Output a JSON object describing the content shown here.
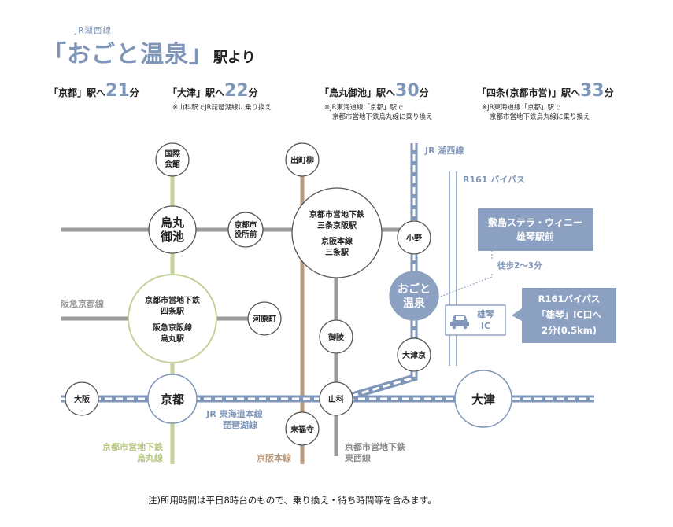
{
  "header": {
    "line": "JR湖西線",
    "title": "「おごと温泉」",
    "title_suffix": "駅より"
  },
  "times": [
    {
      "pre": "「京都」駅へ",
      "num": "21",
      "unit": "分",
      "notes": []
    },
    {
      "pre": "「大津」駅へ",
      "num": "22",
      "unit": "分",
      "notes": [
        "※山科駅でJR琵琶湖線に乗り換え"
      ]
    },
    {
      "pre": "「烏丸御池」駅へ",
      "num": "30",
      "unit": "分",
      "notes": [
        "※JR東海道線「京都」駅で",
        "京都市営地下鉄烏丸線に乗り換え"
      ]
    },
    {
      "pre": "「四条(京都市営)」駅へ",
      "num": "33",
      "unit": "分",
      "notes": [
        "※JR東海道線「京都」駅で",
        "京都市営地下鉄烏丸線に乗り換え"
      ]
    }
  ],
  "map": {
    "stations": {
      "kokusai": [
        "国際",
        "会館"
      ],
      "karasuma_oike": [
        "烏丸",
        "御池"
      ],
      "shiyakusho": [
        "京都市",
        "役所前"
      ],
      "shijo": [
        "京都市営地下鉄",
        "四条駅",
        "阪急京阪線",
        "烏丸駅"
      ],
      "kawaramachi": [
        "河原町"
      ],
      "demachi": [
        "出町柳"
      ],
      "sanjo": [
        "京都市営地下鉄",
        "三条京阪駅",
        "京阪本線",
        "三条駅"
      ],
      "ono": [
        "小野"
      ],
      "ogoto": [
        "おごと",
        "温泉"
      ],
      "otsukyo": [
        "大津京"
      ],
      "misasagi": [
        "御陵"
      ],
      "yamashina": [
        "山科"
      ],
      "osaka": [
        "大阪"
      ],
      "kyoto": [
        "京都"
      ],
      "otsu": [
        "大津"
      ],
      "tofukuji": [
        "東福寺"
      ]
    },
    "labels": {
      "jr_kosei": "JR 湖西線",
      "r161": "R161 バイパス",
      "hankyu": "阪急京都線",
      "jr_tokaido": [
        "JR 東海道本線",
        "琵琶湖線"
      ],
      "karasuma_line": [
        "京都市営地下鉄",
        "烏丸線"
      ],
      "keihan": "京阪本線",
      "tozai": [
        "京都市営地下鉄",
        "東西線"
      ],
      "walk": "徒歩2〜3分",
      "ic_label": [
        "雄琴",
        "IC"
      ]
    },
    "callouts": {
      "stella": [
        "敷島ステラ・ウィニー",
        "雄琴駅前"
      ],
      "bypass": [
        "R161バイパス",
        "「雄琴」IC口へ",
        "2分(0.5km)"
      ]
    },
    "colors": {
      "accent": "#7f96b8",
      "karasuma": "#c3d19b",
      "keihan": "#b89a7e",
      "gray": "#9a9a9a",
      "box": "#8ca0c1"
    },
    "icons": [
      "car-icon"
    ]
  },
  "footnote": "注)所用時間は平日8時台のもので、乗り換え・待ち時間等を含みます。"
}
